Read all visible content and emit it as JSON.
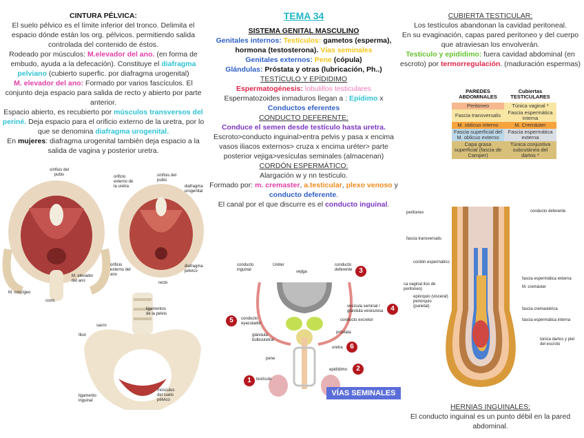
{
  "left": {
    "title": "CINTURA PÉLVICA:",
    "p1": "El suelo pélvico es el límite inferior del tronco. Delimita el espacio dónde están los org. pélvicos. permitiendo salida controlada del contenido de éstos.",
    "p2_a": "Rodeado por músculos: ",
    "p2_b": "M.elevador del ano.",
    "p2_c": " (en forma de embudo, ayuda a la defecación). Constituye el ",
    "p2_d": "diafragma pelviano",
    "p2_e": " (cubierto superfic. por diafragma urogenital)",
    "p3_a": "M. elevador del ano:",
    "p3_b": " Formado por varios fascículos. El conjunto deja espacio para salida de recto y abierto por parte anterior.",
    "p4_a": "Espacio abierto, es recubierto por ",
    "p4_b": "músculos transversos del periné.",
    "p4_c": " Deja espacio para el orificio externo de la uretra, por lo que se denomina ",
    "p4_d": "diafragma urogenital.",
    "p5_a": "En ",
    "p5_b": "mujeres",
    "p5_c": ": diafragma urogenital también deja espacio a la salida de vagina y posterior uretra.",
    "fig_labels": {
      "sinfisis1": "sínfisis del pubis",
      "m_coccigeo": "M. coccígeo",
      "coxis": "coxis",
      "m_elevador": "M. elevador del ano",
      "orificio_uretra": "orificio externo de la uretra",
      "sinfisis2": "sínfisis del pubis",
      "diafragma_urogenital": "diafragma urogenital",
      "orificio_ano": "orificio externo del ano",
      "recto": "recto",
      "diafragma_pelvico": "diafragma pélvico",
      "sacro": "sacro",
      "ligamentos": "ligamentos de la pelvis",
      "ilion": "Ilion",
      "ligamento_inguinal": "ligamento inguinal",
      "musculos_suelo": "músculos del suelo pélvico"
    }
  },
  "middle": {
    "title": "TEMA 34",
    "subtitle": "SISTEMA GENITAL MASCULINO",
    "gi_a": "Genitales internos: ",
    "gi_b": "Testículos: ",
    "gi_c": "gametos (esperma), hormona (testosterona). ",
    "gi_d": "Vías seminales",
    "ge_a": "Genitales externos: ",
    "ge_b": "Pene",
    "ge_c": " (cópula)",
    "gl_a": "Glándulas: ",
    "gl_b": "Próstata y otras (lubricación, Ph..)",
    "h_testiculo": "TESTÍCULO Y EPÍDIDIMO",
    "esp_a": "Espermatogénesis: ",
    "esp_b": "lobulillos testiculares",
    "esp2_a": "Espermatozoides inmaduros llegan a : ",
    "esp2_b": "Epídimo",
    "esp2_c": " x",
    "conductos": "Conductos eferentes",
    "h_deferente": "CONDUCTO DEFERENTE:",
    "cd_1": "Conduce el semen desde testículo hasta uretra.",
    "cd_2": "Escroto>conducto inguinal>entra pelvis y pasa x encima vasos iliacos externos> cruza x encima uréter> parte posterior vejiga>vesículas seminales (almacenan)",
    "h_cordon": "CORDÓN ESPERMÁTICO:",
    "co_1": "Alargación w y nn testículo.",
    "co_2a": "Formado por: ",
    "co_2b": "m. cremaster",
    "co_2c": ", ",
    "co_2d": "a.testicular",
    "co_2e": ", ",
    "co_2f": "plexo venoso",
    "co_2g": " y ",
    "co_2h": "conducto deferente",
    "co_2i": ".",
    "co_3a": "El canal por el que discurre es el ",
    "co_3b": "conducto inguinal",
    "co_3c": ".",
    "fig_labels": {
      "conducto_inguinal": "conducto inguinal",
      "ureter": "Uréter",
      "vejiga": "vejiga",
      "conducto_deferente": "conducto deferente",
      "vesicula": "vesícula seminal / glándula vesiculosa",
      "conducto_excretor": "conducto excretor",
      "conducto_eyaculador": "conducto eyaculador",
      "prostata": "próstata",
      "glandula_bulbouretral": "glándula bulbouretral",
      "uretra": "uretra",
      "pene": "pene",
      "epididimo": "epidídimo",
      "testiculo": "testículo",
      "badge": "VÍAS SEMINALES",
      "n1": "1",
      "n2": "2",
      "n3": "3",
      "n4": "4",
      "n5": "5",
      "n6": "6"
    }
  },
  "right": {
    "h_cubierta": "CUBIERTA TESTICULAR:",
    "cu_1": "Los testículos abandonan la cavidad peritoneal.",
    "cu_2": "En su evaginación, capas pared peritoneo y del cuerpo que atraviesan los envolverán.",
    "cu_3a": "Testículo y epidídimo:",
    "cu_3b": " fuera cavidad abdominal (en escroto) por ",
    "cu_3c": "termorregulación",
    "cu_3d": ". (maduración espermas)",
    "table": {
      "head": [
        "PAREDES ABDOMINALES",
        "Cubiertas TESTICULARES"
      ],
      "rows": [
        [
          "Peritoneo",
          "Túnica vaginal *"
        ],
        [
          "Fascia transversalis",
          "Fascia espermática interna"
        ],
        [
          "M. oblicuo interno",
          "M. Cremáster"
        ],
        [
          "Fascia superficial del M. oblicuo externo",
          "Fascia espermática externa"
        ],
        [
          "Capa grasa superficial (fascia de Camper)",
          "Túnica conjuntiva subcutánea del dartos *"
        ]
      ],
      "colors": [
        "#f6b98f",
        "#f8e6a4",
        "#f7a33c",
        "#d9dde4",
        "#d8c07a",
        "#bcd7e7"
      ]
    },
    "fig_labels": {
      "peritoneo": "peritoneo",
      "conducto_deferente": "conducto deferente",
      "fascia_transversalis": "fascia transversalis",
      "cordon": "cordón espermático",
      "fascia_ext": "fascia espermática externa",
      "cremaster": "M. cremáster",
      "vaginal": "ca vaginal itos de peritoneo)",
      "epiorquio": "epiorquio (visceral) periorquio (parietal)",
      "fascia_cremasterica": "fascia cremastérica",
      "fascia_int": "fascia espermática interna",
      "tunica_dartos": "túnica dartos y piel del escroto"
    },
    "h_hernias": "HERNIAS INGUINALES:",
    "he_1": "El conducto inguinal es un punto débil en la pared abdominal."
  }
}
